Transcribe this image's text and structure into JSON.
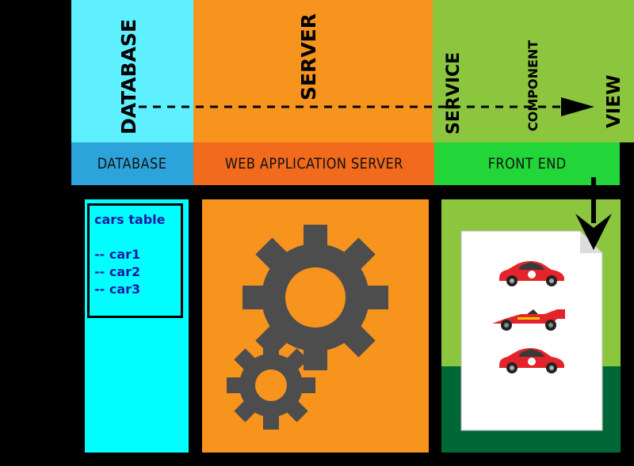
{
  "columns": {
    "database": {
      "top_label": "DATABASE",
      "header": "DATABASE"
    },
    "server": {
      "top_label": "SERVER",
      "header": "WEB APPLICATION SERVER"
    },
    "frontend": {
      "top_labels": [
        "SERVICE",
        "COMPONENT",
        "VIEW"
      ],
      "header": "FRONT END"
    }
  },
  "cars_table": {
    "title": "cars table",
    "items": [
      "-- car1",
      "-- car2",
      "-- car3"
    ]
  },
  "colors": {
    "database_top": "#5ef0ff",
    "database_header": "#2da3dc",
    "database_body": "#00ffff",
    "server_top": "#f7941e",
    "server_header": "#f26a1b",
    "server_body": "#f7941e",
    "frontend_top": "#8cc63f",
    "frontend_header": "#22d63a",
    "frontend_body_top": "#8cc63f",
    "frontend_body_bottom": "#006837",
    "gear": "#4d4d4d",
    "car": "#e3252b"
  },
  "icons": [
    "gear-icon-large",
    "gear-icon-small",
    "document-icon",
    "race-car-icon",
    "sports-car-icon",
    "formula-car-icon",
    "arrow-right-icon",
    "arrow-down-icon"
  ]
}
